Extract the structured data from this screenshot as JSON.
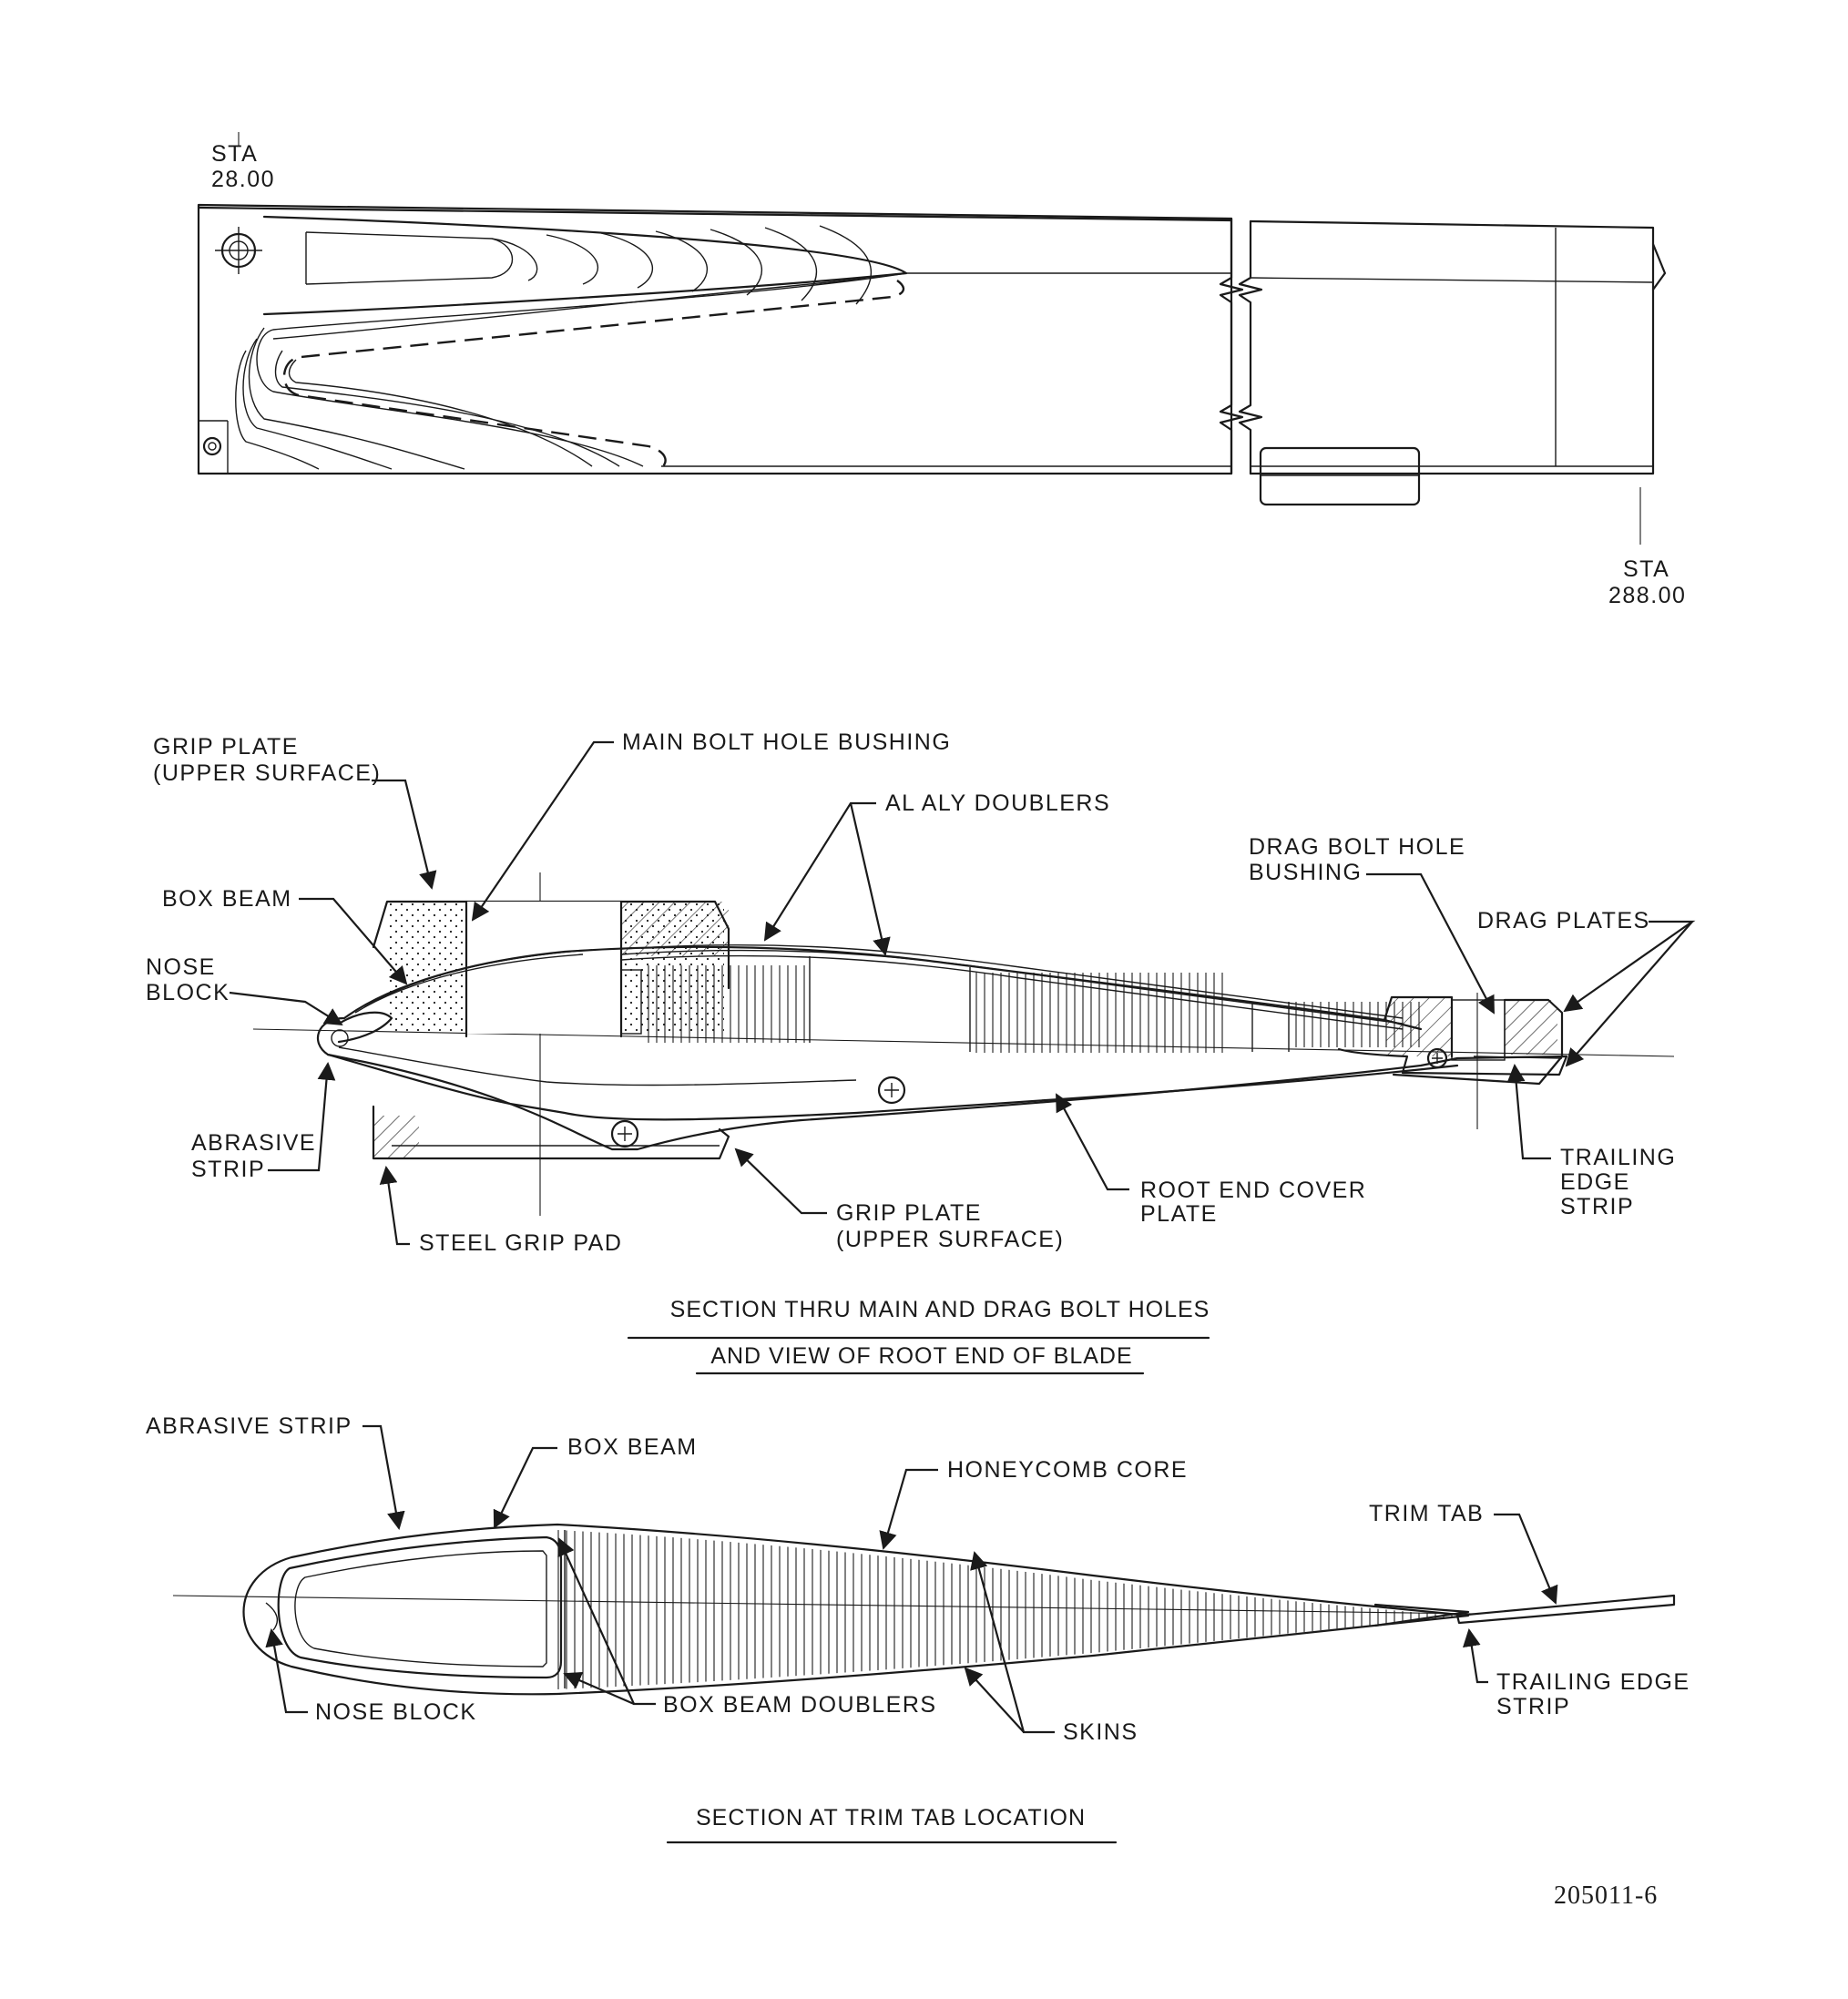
{
  "top_view": {
    "sta_root_label": "STA",
    "sta_root_value": "28.00",
    "sta_tip_label": "STA",
    "sta_tip_value": "288.00"
  },
  "section_main": {
    "labels": {
      "grip_plate_upper_1": "GRIP PLATE",
      "grip_plate_upper_2": "(UPPER SURFACE)",
      "main_bolt_hole_bushing": "MAIN BOLT HOLE BUSHING",
      "al_aly_doublers": "AL ALY DOUBLERS",
      "box_beam": "BOX BEAM",
      "nose_block_1": "NOSE",
      "nose_block_2": "BLOCK",
      "drag_bolt_hole_bushing_1": "DRAG BOLT HOLE",
      "drag_bolt_hole_bushing_2": "BUSHING",
      "drag_plates": "DRAG PLATES",
      "abrasive_strip_1": "ABRASIVE",
      "abrasive_strip_2": "STRIP",
      "steel_grip_pad": "STEEL GRIP PAD",
      "grip_plate_lower_1": "GRIP PLATE",
      "grip_plate_lower_2": "(UPPER SURFACE)",
      "root_end_cover_plate_1": "ROOT END COVER",
      "root_end_cover_plate_2": "PLATE",
      "trailing_edge_strip_1": "TRAILING",
      "trailing_edge_strip_2": "EDGE",
      "trailing_edge_strip_3": "STRIP"
    },
    "caption_line1": "SECTION THRU MAIN AND DRAG BOLT HOLES",
    "caption_line2": "AND VIEW OF ROOT END OF BLADE"
  },
  "section_trim": {
    "labels": {
      "abrasive_strip": "ABRASIVE STRIP",
      "box_beam": "BOX BEAM",
      "honeycomb_core": "HONEYCOMB CORE",
      "trim_tab": "TRIM TAB",
      "nose_block": "NOSE BLOCK",
      "box_beam_doublers": "BOX BEAM DOUBLERS",
      "skins": "SKINS",
      "trailing_edge_strip_1": "TRAILING EDGE",
      "trailing_edge_strip_2": "STRIP"
    },
    "caption": "SECTION AT TRIM TAB LOCATION"
  },
  "figure_number": "205011-6"
}
